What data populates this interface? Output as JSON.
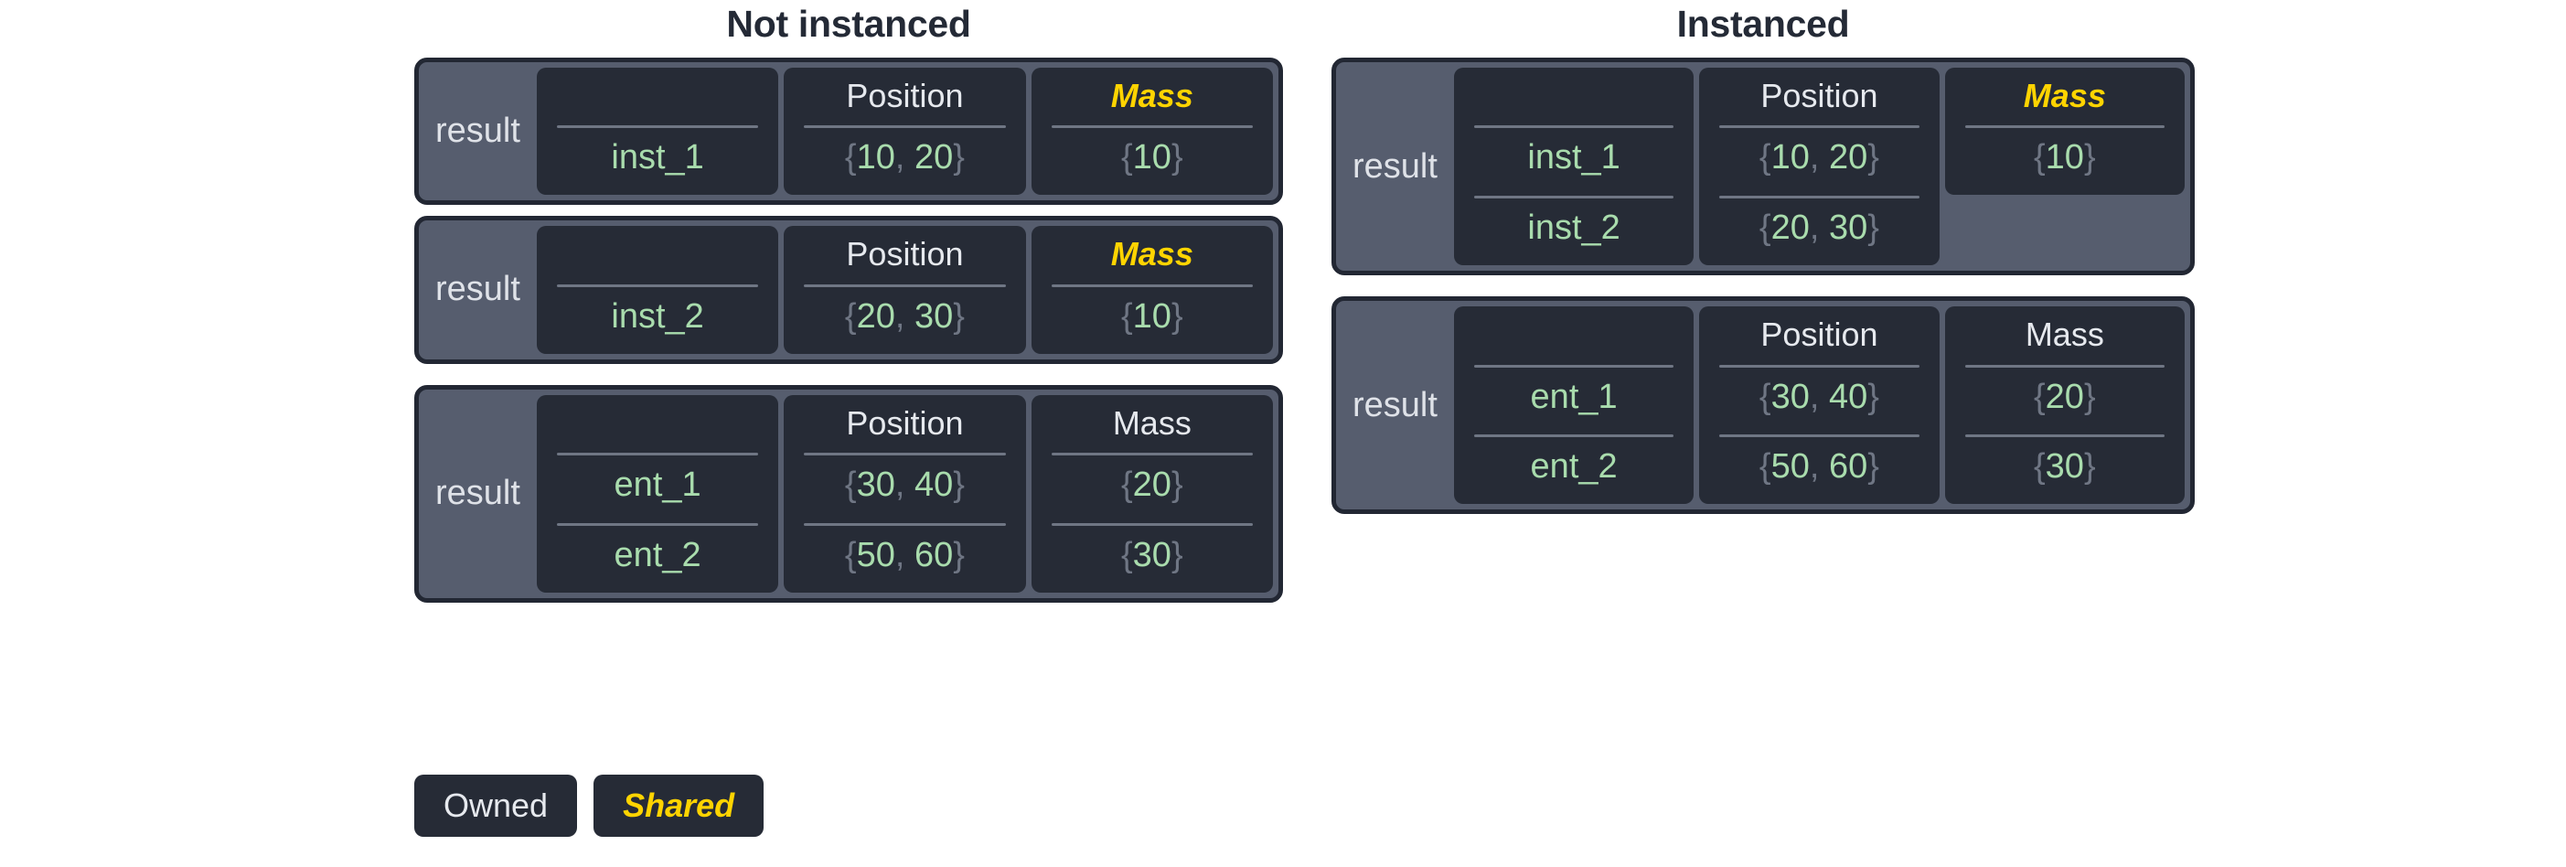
{
  "colors": {
    "page_background": "#ffffff",
    "card_border": "#222733",
    "card_body": "#565d6e",
    "cell_background": "#262b36",
    "title_text": "#242a36",
    "label_text": "#dfe2e8",
    "header_text": "#e6e9ee",
    "value_text": "#a9dcad",
    "brace_text": "#6f7684",
    "separator": "#6f7684",
    "shared_accent": "#ffd400"
  },
  "columns": [
    {
      "title": "Not instanced",
      "cards": [
        {
          "label": "result",
          "columns": [
            {
              "header": "",
              "ownership": "owned",
              "rows": [
                "inst_1"
              ],
              "span_all_rows": true
            },
            {
              "header": "Position",
              "ownership": "owned",
              "rows": [
                "{10, 20}"
              ],
              "span_all_rows": true
            },
            {
              "header": "Mass",
              "ownership": "shared",
              "rows": [
                "{10}"
              ],
              "span_all_rows": true
            }
          ]
        },
        {
          "label": "result",
          "columns": [
            {
              "header": "",
              "ownership": "owned",
              "rows": [
                "inst_2"
              ],
              "span_all_rows": true
            },
            {
              "header": "Position",
              "ownership": "owned",
              "rows": [
                "{20, 30}"
              ],
              "span_all_rows": true
            },
            {
              "header": "Mass",
              "ownership": "shared",
              "rows": [
                "{10}"
              ],
              "span_all_rows": true
            }
          ]
        },
        {
          "label": "result",
          "columns": [
            {
              "header": "",
              "ownership": "owned",
              "rows": [
                "ent_1",
                "ent_2"
              ],
              "span_all_rows": true
            },
            {
              "header": "Position",
              "ownership": "owned",
              "rows": [
                "{30, 40}",
                "{50, 60}"
              ],
              "span_all_rows": true
            },
            {
              "header": "Mass",
              "ownership": "owned",
              "rows": [
                "{20}",
                "{30}"
              ],
              "span_all_rows": true
            }
          ]
        }
      ]
    },
    {
      "title": "Instanced",
      "cards": [
        {
          "label": "result",
          "columns": [
            {
              "header": "",
              "ownership": "owned",
              "rows": [
                "inst_1",
                "inst_2"
              ],
              "span_all_rows": true
            },
            {
              "header": "Position",
              "ownership": "owned",
              "rows": [
                "{10, 20}",
                "{20, 30}"
              ],
              "span_all_rows": true
            },
            {
              "header": "Mass",
              "ownership": "shared",
              "rows": [
                "{10}"
              ],
              "span_all_rows": false
            }
          ]
        },
        {
          "label": "result",
          "columns": [
            {
              "header": "",
              "ownership": "owned",
              "rows": [
                "ent_1",
                "ent_2"
              ],
              "span_all_rows": true
            },
            {
              "header": "Position",
              "ownership": "owned",
              "rows": [
                "{30, 40}",
                "{50, 60}"
              ],
              "span_all_rows": true
            },
            {
              "header": "Mass",
              "ownership": "owned",
              "rows": [
                "{20}",
                "{30}"
              ],
              "span_all_rows": true
            }
          ]
        }
      ]
    }
  ],
  "legend": {
    "items": [
      {
        "label": "Owned",
        "ownership": "owned"
      },
      {
        "label": "Shared",
        "ownership": "shared"
      }
    ]
  }
}
